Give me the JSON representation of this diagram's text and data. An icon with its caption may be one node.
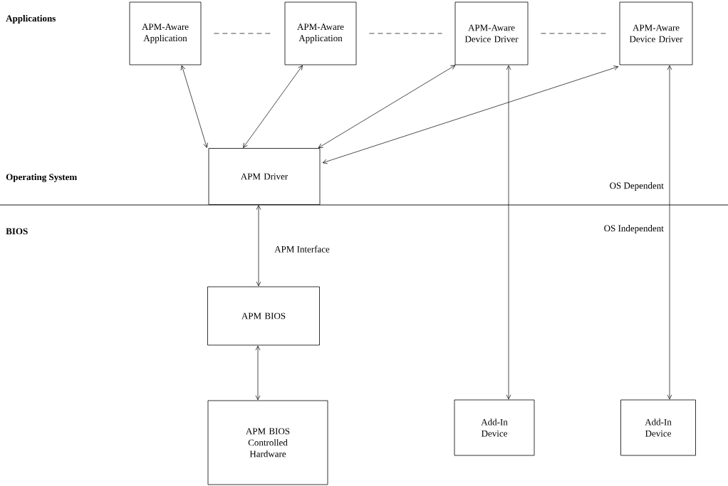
{
  "diagram": {
    "nodes": [
      {
        "text": [
          "APM-Aware Application"
        ]
      },
      {
        "text": [
          "APM-Aware Application"
        ]
      },
      {
        "text": [
          "APM-Aware Device Driver"
        ]
      },
      {
        "text": [
          "APM-Aware Device Driver"
        ]
      },
      {
        "text": [
          "APM Driver"
        ]
      },
      {
        "text": [
          "APM BIOS"
        ]
      },
      {
        "text": [
          "APM BIOS Controlled Hardware"
        ]
      },
      {
        "text": [
          "Add-In Device"
        ]
      },
      {
        "text": [
          "Add-In Device"
        ]
      }
    ],
    "edges": [
      {
        "from": 0,
        "to": 1,
        "arrow": "none",
        "style": "dashed"
      },
      {
        "from": 1,
        "to": 2,
        "arrow": "none",
        "style": "dashed"
      },
      {
        "from": 2,
        "to": 3,
        "arrow": "none",
        "style": "dashed"
      },
      {
        "from": 4,
        "to": 0,
        "arrow": "both"
      },
      {
        "from": 4,
        "to": 1,
        "arrow": "both"
      },
      {
        "from": 4,
        "to": 2,
        "arrow": "both"
      },
      {
        "from": 4,
        "to": 3,
        "arrow": "both"
      },
      {
        "from": 4,
        "to": 5,
        "arrow": "both",
        "label": "APM Interface"
      },
      {
        "from": 5,
        "to": 6,
        "arrow": "both"
      },
      {
        "from": 2,
        "to": 7,
        "arrow": "both"
      },
      {
        "from": 3,
        "to": 8,
        "arrow": "both"
      }
    ],
    "labels": [
      "Applications",
      "Operating System",
      "OS Dependent",
      "BIOS",
      "OS Independent"
    ]
  }
}
